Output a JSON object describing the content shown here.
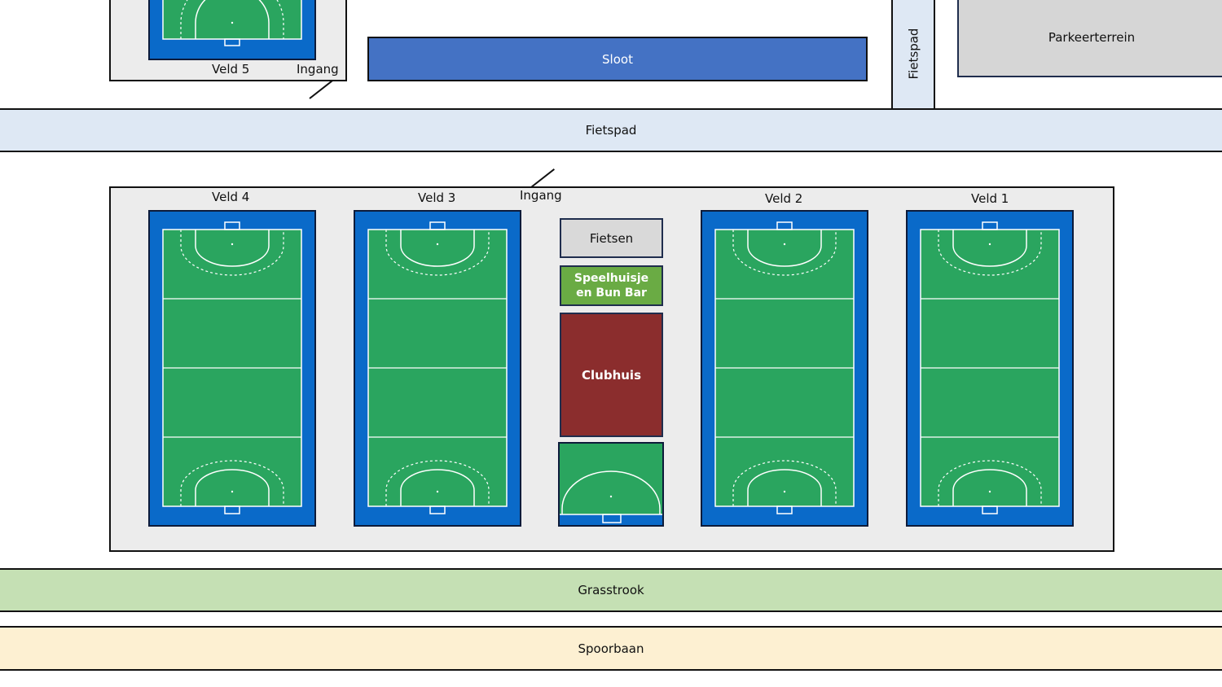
{
  "colors": {
    "field_surround": "#0a6ac9",
    "turf": "#2aa55f",
    "complex": "#ececec",
    "bike_path": "#dee8f4",
    "water": "#4472c4",
    "parking": "#d6d6d6",
    "grass": "#c5e0b4",
    "railway": "#fdf0d2",
    "clubhouse": "#8b2d2d",
    "playhouse": "#6aab44",
    "bikes": "#d9d9d9"
  },
  "labels": {
    "veld5": "Veld 5",
    "ingang_top": "Ingang",
    "sloot": "Sloot",
    "fietspad_vertical": "Fietspad",
    "parkeerterrein": "Parkeerterrein",
    "fietspad_horizontal": "Fietspad",
    "veld4": "Veld 4",
    "veld3": "Veld 3",
    "ingang_main": "Ingang",
    "veld2": "Veld 2",
    "veld1": "Veld 1",
    "fietsen": "Fietsen",
    "speelhuisje_line1": "Speelhuisje",
    "speelhuisje_line2": "en Bun Bar",
    "clubhuis": "Clubhuis",
    "grasstrook": "Grasstrook",
    "spoorbaan": "Spoorbaan"
  },
  "icons": {
    "pitch": "hockey-pitch-icon",
    "half_pitch": "hockey-half-pitch-icon",
    "entrance": "entrance-line-icon"
  }
}
